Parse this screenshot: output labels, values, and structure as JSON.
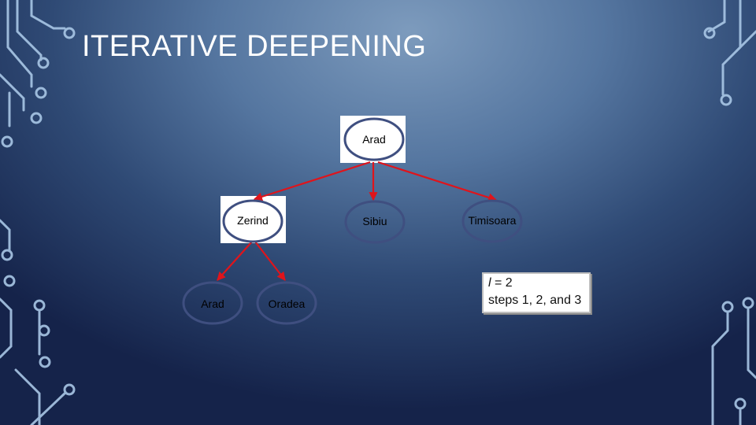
{
  "slide": {
    "title": "ITERATIVE DEEPENING"
  },
  "tree": {
    "nodes": [
      {
        "id": "arad-root",
        "label": "Arad"
      },
      {
        "id": "zerind",
        "label": "Zerind"
      },
      {
        "id": "sibiu",
        "label": "Sibiu"
      },
      {
        "id": "timisoara",
        "label": "Timisoara"
      },
      {
        "id": "arad-leaf",
        "label": "Arad"
      },
      {
        "id": "oradea",
        "label": "Oradea"
      }
    ],
    "edges": [
      [
        "arad-root",
        "zerind"
      ],
      [
        "arad-root",
        "sibiu"
      ],
      [
        "arad-root",
        "timisoara"
      ],
      [
        "zerind",
        "arad-leaf"
      ],
      [
        "zerind",
        "oradea"
      ]
    ],
    "edge_color": "#e0141b",
    "node_stroke_color": "#3f4f80",
    "highlight_box_color": "#ffffff"
  },
  "info": {
    "limit_var": "l",
    "limit_rest": " = 2",
    "steps": "steps 1, 2, and 3"
  },
  "colors": {
    "title": "#ffffff",
    "circuit": "#a9c7e6"
  }
}
